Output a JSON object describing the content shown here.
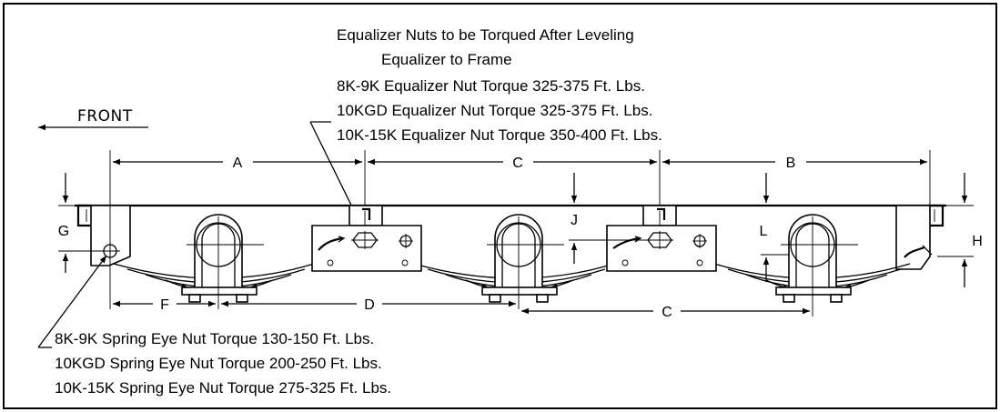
{
  "labels": {
    "front": "FRONT",
    "equalizer_note": [
      "Equalizer Nuts to be Torqued After Leveling",
      "Equalizer to Frame",
      "8K-9K Equalizer Nut Torque 325-375 Ft. Lbs.",
      "10KGD Equalizer Nut Torque 325-375 Ft. Lbs.",
      "10K-15K Equalizer Nut Torque 350-400 Ft. Lbs."
    ],
    "spring_eye_note": [
      "8K-9K Spring Eye Nut Torque 130-150 Ft. Lbs.",
      "10KGD Spring Eye Nut Torque 200-250 Ft. Lbs.",
      "10K-15K Spring Eye Nut Torque 275-325 Ft. Lbs."
    ]
  },
  "dimensions": {
    "a": "A",
    "b": "B",
    "c_top": "C",
    "c_bottom": "C",
    "d": "D",
    "f": "F",
    "g": "G",
    "h": "H",
    "j": "J",
    "l": "L"
  },
  "colors": {
    "ink": "#000000",
    "background": "#ffffff"
  }
}
